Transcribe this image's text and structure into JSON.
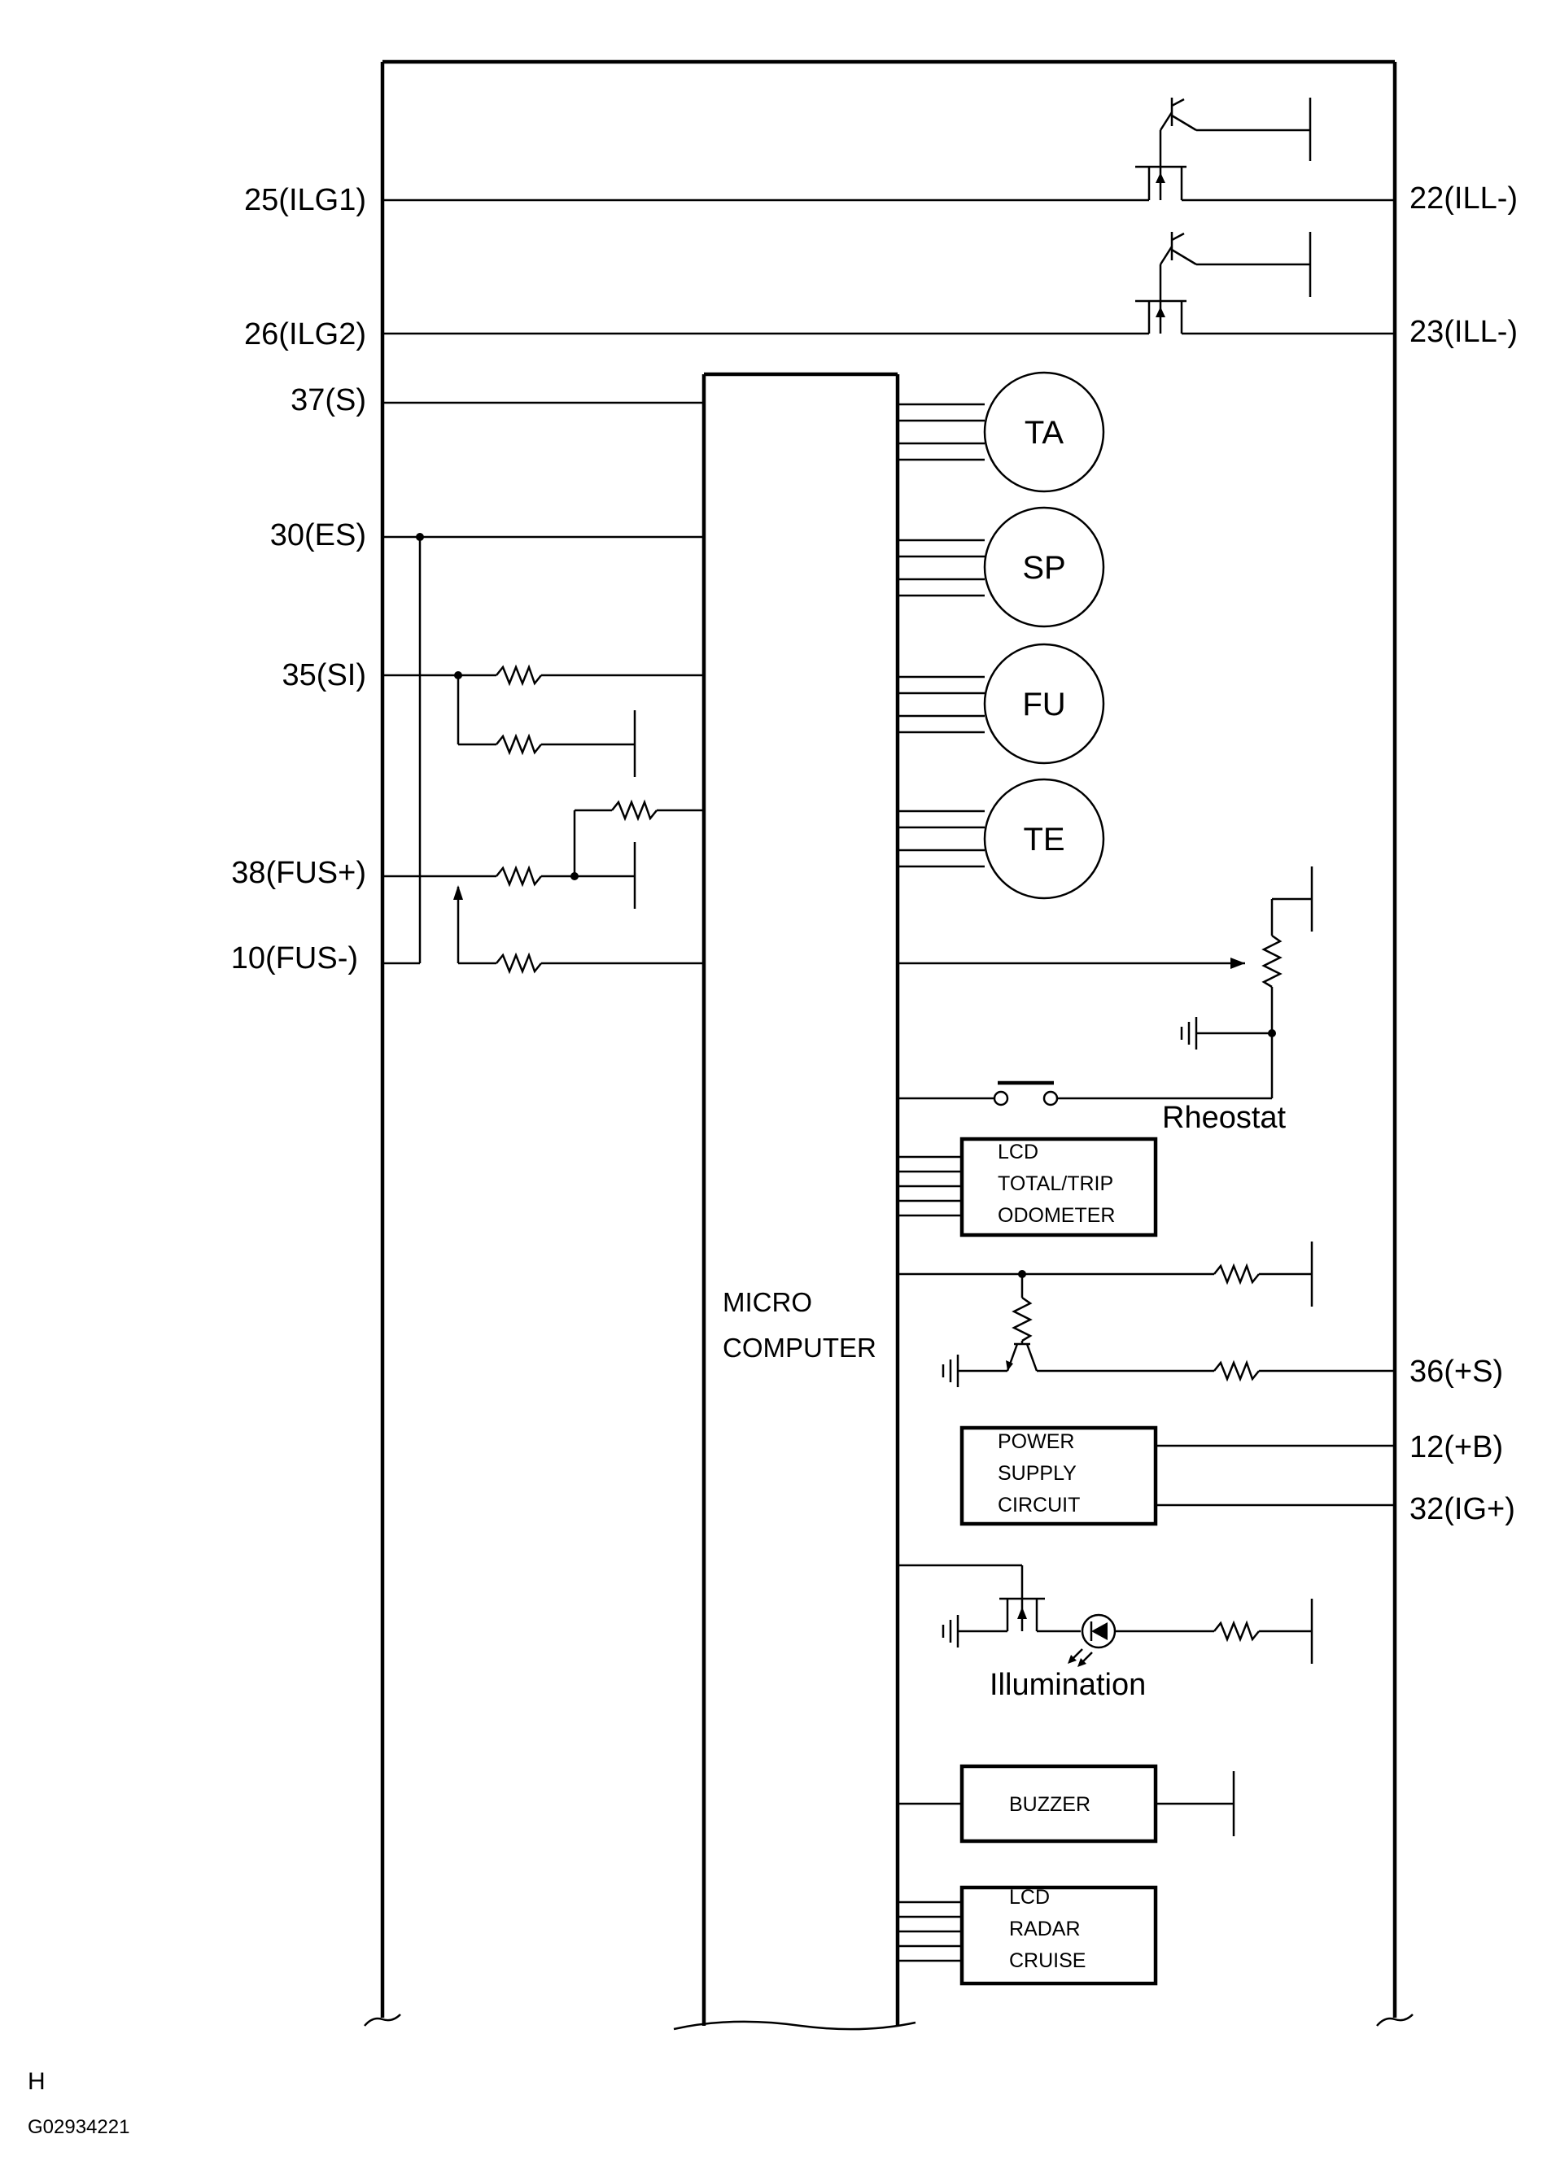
{
  "pins_left": {
    "ilg1": "25(ILG1)",
    "ilg2": "26(ILG2)",
    "s": "37(S)",
    "es": "30(ES)",
    "si": "35(SI)",
    "fus_plus": "38(FUS+)",
    "fus_minus": "10(FUS-)"
  },
  "pins_right": {
    "ill1": "22(ILL-)",
    "ill2": "23(ILL-)",
    "plus_s": "36(+S)",
    "plus_b": "12(+B)",
    "ig_plus": "32(IG+)"
  },
  "gauges": {
    "ta": "TA",
    "sp": "SP",
    "fu": "FU",
    "te": "TE"
  },
  "microcomputer": {
    "line1": "MICRO",
    "line2": "COMPUTER"
  },
  "lcd_odometer": {
    "line1": "LCD",
    "line2": "TOTAL/TRIP",
    "line3": "ODOMETER"
  },
  "power_supply": {
    "line1": "POWER",
    "line2": "SUPPLY",
    "line3": "CIRCUIT"
  },
  "buzzer": "BUZZER",
  "lcd_radar": {
    "line1": "LCD",
    "line2": "RADAR",
    "line3": "CRUISE"
  },
  "labels": {
    "rheostat": "Rheostat",
    "illumination": "Illumination"
  },
  "footer": {
    "code": "H",
    "figure_id": "G02934221"
  }
}
